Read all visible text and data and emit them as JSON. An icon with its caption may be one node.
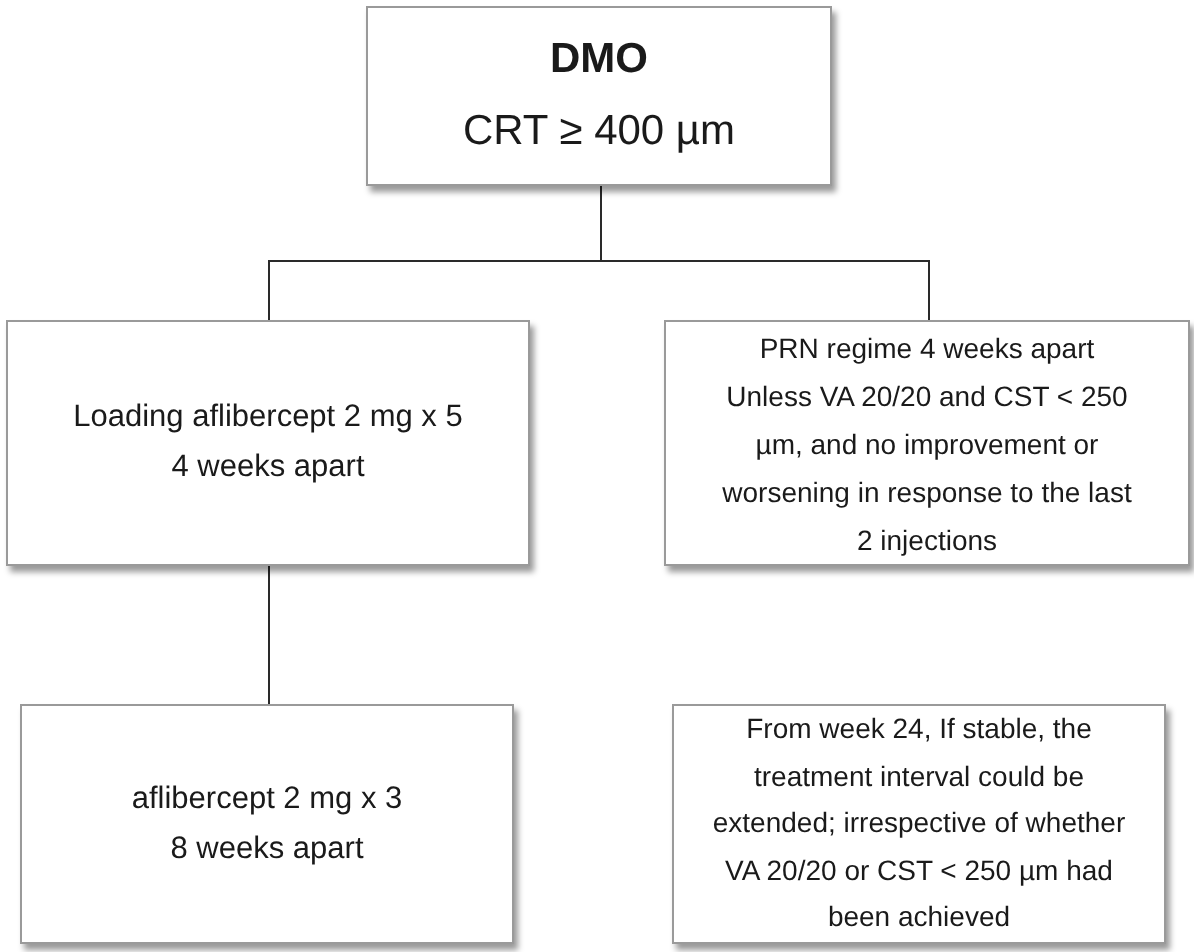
{
  "diagram": {
    "nodes": [
      {
        "text": [
          "DMO",
          "CRT ≥ 400 µm"
        ]
      },
      {
        "text": [
          "Loading aflibercept 2 mg x 5",
          "4 weeks apart"
        ]
      },
      {
        "text": [
          "PRN regime 4 weeks apart",
          "Unless VA 20/20 and CST < 250 µm, and no improvement or worsening in response to the last 2 injections"
        ]
      },
      {
        "text": [
          "aflibercept 2 mg x 3",
          "8 weeks apart"
        ]
      },
      {
        "text": [
          "From week 24, If stable, the treatment interval could be extended; irrespective of whether VA 20/20 or CST < 250 µm had been achieved"
        ]
      }
    ],
    "edges": [
      {
        "from": 0,
        "to": 1,
        "arrow": "none"
      },
      {
        "from": 0,
        "to": 2,
        "arrow": "none"
      },
      {
        "from": 1,
        "to": 3,
        "arrow": "none"
      }
    ]
  }
}
